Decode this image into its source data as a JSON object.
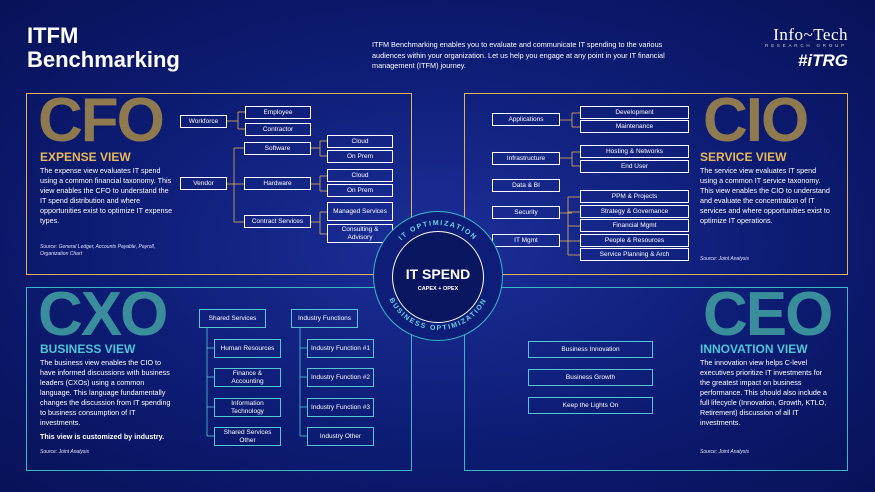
{
  "header": {
    "title_line1": "ITFM",
    "title_line2": "Benchmarking",
    "intro": "ITFM Benchmarking enables you to evaluate and communicate IT spending to the various audiences within your organization. Let us help you engage at any point in your IT financial management (ITFM) journey.",
    "logo_main": "Info~Tech",
    "logo_sub": "RESEARCH GROUP",
    "logo_tag": "#iTRG"
  },
  "center": {
    "title": "IT SPEND",
    "subtitle": "CAPEX + OPEX",
    "ring_top": "IT OPTIMIZATION",
    "ring_bottom": "BUSINESS OPTIMIZATION"
  },
  "cfo": {
    "big": "CFO",
    "heading": "EXPENSE VIEW",
    "body": "The expense view evaluates IT spend using a common financial taxonomy. This view enables the CFO to understand the IT spend distribution and where opportunities exist to optimize IT expense types.",
    "source": "Source: General Ledger, Accounts Payable, Payroll, Organization Chart",
    "nodes": [
      "Workforce",
      "Employee",
      "Contractor",
      "Vendor",
      "Software",
      "Cloud",
      "On Prem",
      "Hardware",
      "Cloud",
      "On Prem",
      "Contract Services",
      "Managed Services",
      "Consulting & Advisory"
    ]
  },
  "cio": {
    "big": "CIO",
    "heading": "SERVICE VIEW",
    "body": "The service view evaluates IT spend using a common IT service taxonomy. This view enables the CIO to understand and evaluate the concentration of IT services and where opportunities exist to optimize IT operations.",
    "source": "Source: Joint Analysis",
    "nodes": [
      "Applications",
      "Development",
      "Maintenance",
      "Infrastructure",
      "Hosting & Networks",
      "End User",
      "Data & BI",
      "Security",
      "PPM & Projects",
      "Strategy & Governance",
      "IT Mgmt",
      "Financial Mgmt",
      "People & Resources",
      "Service Planning & Arch"
    ]
  },
  "cxo": {
    "big": "CXO",
    "heading": "BUSINESS VIEW",
    "body": "The business view enables the CIO to have informed discussions with business leaders (CXOs) using a common language. This language fundamentally changes the discussion from IT spending to business consumption of IT investments.",
    "body_bold": "This view is customized by industry.",
    "source": "Source: Joint Analysis",
    "nodes": [
      "Shared Services",
      "Human Resources",
      "Finance & Accounting",
      "Information Technology",
      "Shared Services Other",
      "Industry Functions",
      "Industry Function #1",
      "Industry Function #2",
      "Industry Function #3",
      "Industry Other"
    ]
  },
  "ceo": {
    "big": "CEO",
    "heading": "INNOVATION VIEW",
    "body": "The innovation view helps C-level executives prioritize IT investments for the greatest impact on business performance. This should also include a full lifecycle (Innovation, Growth, KTLO, Retirement) discussion of all IT investments.",
    "source": "Source: Joint Analysis",
    "nodes": [
      "Business Innovation",
      "Business Growth",
      "Keep the Lights On"
    ]
  },
  "colors": {
    "gold": "#e2b25a",
    "teal": "#3bb8c8",
    "background": "#0d1c74"
  }
}
